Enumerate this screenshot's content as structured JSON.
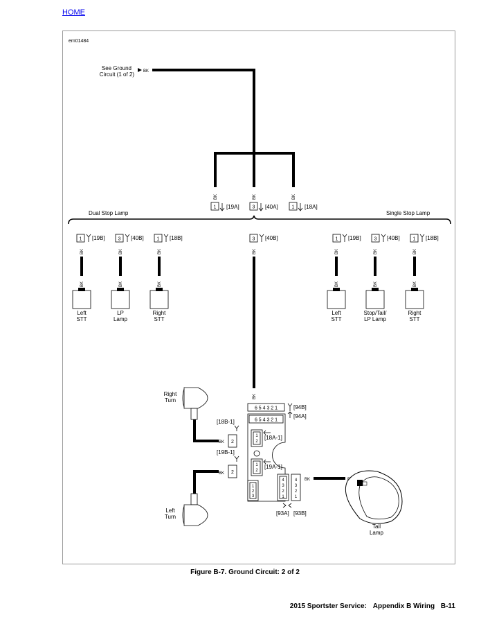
{
  "header": {
    "home_link": "HOME"
  },
  "figure": {
    "id": "em01484",
    "caption": "Figure B-7. Ground Circuit: 2 of 2",
    "wire_color": "BK",
    "see_ground_line1": "See Ground",
    "see_ground_line2": "Circuit (1 of 2)",
    "sections": {
      "dual": "Dual Stop Lamp",
      "single": "Single Stop Lamp"
    },
    "top_connectors": [
      {
        "pin": "1",
        "label": "[19A]"
      },
      {
        "pin": "3",
        "label": "[40A]"
      },
      {
        "pin": "1",
        "label": "[18A]"
      }
    ],
    "lamp_connectors": [
      {
        "pin": "1",
        "label": "[19B]"
      },
      {
        "pin": "3",
        "label": "[40B]"
      },
      {
        "pin": "1",
        "label": "[18B]"
      },
      {
        "pin": "3",
        "label": "[40B]"
      },
      {
        "pin": "1",
        "label": "[19B]"
      },
      {
        "pin": "3",
        "label": "[40B]"
      },
      {
        "pin": "1",
        "label": "[18B]"
      }
    ],
    "lamps": [
      {
        "line1": "Left",
        "line2": "STT"
      },
      {
        "line1": "LP",
        "line2": "Lamp"
      },
      {
        "line1": "Right",
        "line2": "STT"
      },
      {
        "line1": "Left",
        "line2": "STT"
      },
      {
        "line1": "Stop/Tail/",
        "line2": "LP Lamp"
      },
      {
        "line1": "Right",
        "line2": "STT"
      }
    ],
    "module": {
      "pins6": "6 5 4 3 2 1",
      "conn_94B": "[94B]",
      "conn_94A": "[94A]",
      "conn_18A1": "[18A-1]",
      "conn_19A1": "[19A-1]",
      "conn_93A": "[93A]",
      "conn_93B": "[93B]",
      "pin_1": "1",
      "pin_2": "2",
      "pin_3": "3",
      "pin_4": "4"
    },
    "turn": {
      "right_line1": "Right",
      "right_line2": "Turn",
      "left_line1": "Left",
      "left_line2": "Turn",
      "conn_18B1": "[18B-1]",
      "conn_19B1": "[19B-1]"
    },
    "tail": {
      "line1": "Tail",
      "line2": "Lamp"
    }
  },
  "footer": {
    "book": "2015 Sportster Service:",
    "section": "Appendix B Wiring",
    "page": "B-11"
  }
}
